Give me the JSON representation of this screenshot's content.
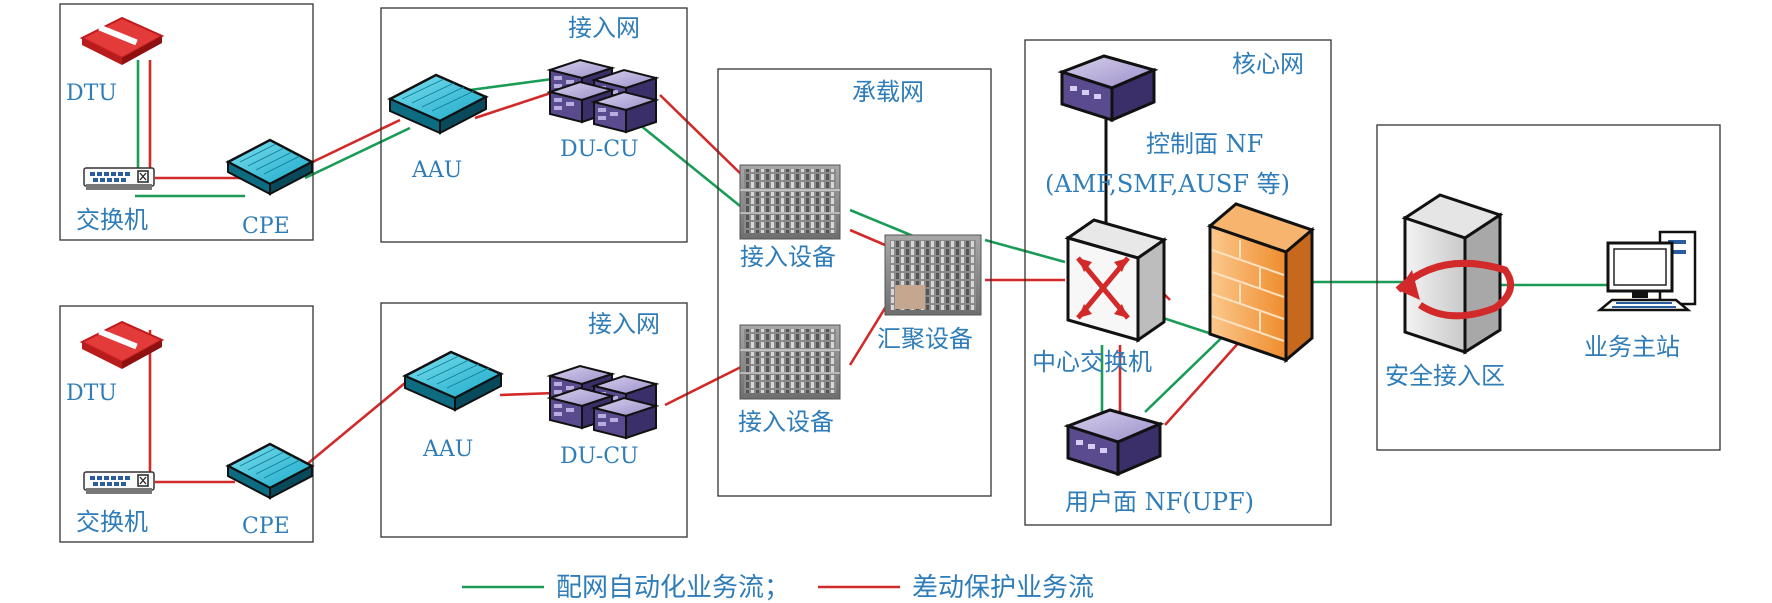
{
  "colors": {
    "green_flow": "#1a9c56",
    "red_flow": "#d22a2a",
    "label": "#2f7db8"
  },
  "zones": {
    "access_top": "接入网",
    "access_bottom": "接入网",
    "bearer": "承载网",
    "core": "核心网"
  },
  "devices": {
    "dtu_top": "DTU",
    "switch_top": "交换机",
    "cpe_top": "CPE",
    "aau_top": "AAU",
    "ducu_top": "DU-CU",
    "dtu_bottom": "DTU",
    "switch_bottom": "交换机",
    "cpe_bottom": "CPE",
    "aau_bottom": "AAU",
    "ducu_bottom": "DU-CU",
    "access_dev_top": "接入设备",
    "access_dev_bottom": "接入设备",
    "aggregation": "汇聚设备",
    "control_nf_line1": "控制面 NF",
    "control_nf_line2": "(AMF,SMF,AUSF 等)",
    "central_switch": "中心交换机",
    "user_plane_nf": "用户面 NF(UPF)",
    "secure_zone": "安全接入区",
    "master_station": "业务主站"
  },
  "legend": {
    "green_label": "配网自动化业务流；",
    "red_label": "差动保护业务流"
  },
  "icons": [
    "dtu-icon",
    "switch-icon",
    "cpe-icon",
    "aau-icon",
    "du-cu-icon",
    "access-device-icon",
    "aggregation-device-icon",
    "control-plane-nf-icon",
    "central-switch-icon",
    "firewall-icon",
    "upf-icon",
    "secure-server-icon",
    "computer-icon"
  ]
}
